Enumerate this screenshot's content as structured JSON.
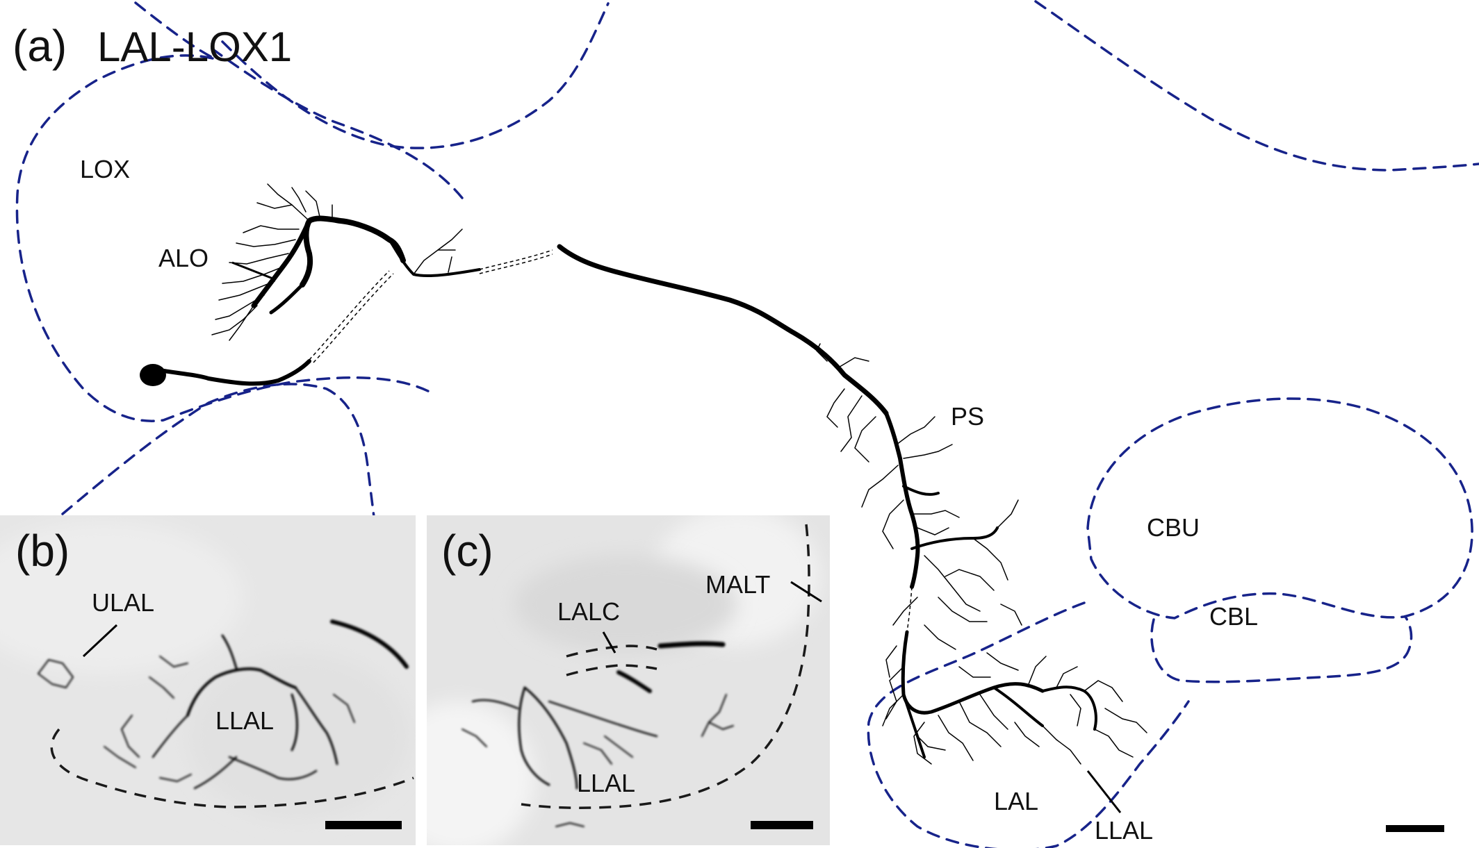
{
  "panel_a": {
    "letter": "(a)",
    "title": "LAL-LOX1",
    "labels": {
      "lox": "LOX",
      "alo": "ALO",
      "ps": "PS",
      "cbu": "CBU",
      "cbl": "CBL",
      "lal": "LAL",
      "llal": "LLAL"
    }
  },
  "panel_b": {
    "letter": "(b)",
    "labels": {
      "ulal": "ULAL",
      "llal": "LLAL"
    }
  },
  "panel_c": {
    "letter": "(c)",
    "labels": {
      "malt": "MALT",
      "lalc": "LALC",
      "llal": "LLAL"
    }
  },
  "colors": {
    "outline": "#17238a",
    "neuron": "#000000",
    "micrograph_bg": "#e6e6e6",
    "micrograph_outline": "#1a1a1a"
  }
}
